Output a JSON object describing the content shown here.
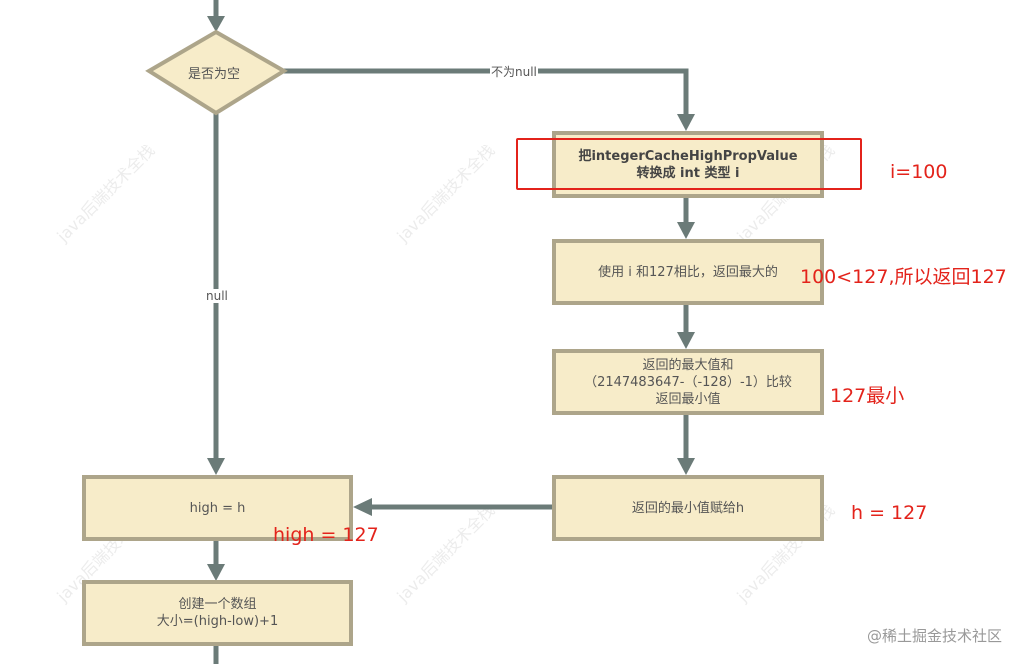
{
  "diagram": {
    "decision": {
      "label": "是否为空"
    },
    "edge_labels": {
      "not_null": "不为null",
      "null": "null"
    },
    "steps": {
      "convert": {
        "line1": "把integerCacheHighPropValue",
        "line2": "转换成 int 类型 i"
      },
      "compare_max": {
        "line1": "使用 i  和127相比，返回最大的"
      },
      "compare_min": {
        "line1": "返回的最大值和",
        "line2": "（2147483647-（-128）-1）比较",
        "line3": "返回最小值"
      },
      "assign_h": {
        "line1": "返回的最小值赋给h"
      },
      "high_eq_h": {
        "line1": "high = h"
      },
      "create_array": {
        "line1": "创建一个数组",
        "line2": "大小=(high-low)+1"
      }
    },
    "annotations": {
      "i_value": "i=100",
      "compare_result": "100<127,所以返回127",
      "min_result": "127最小",
      "h_value": "h = 127",
      "high_value": "high = 127"
    },
    "colors": {
      "box_fill": "#f7ecc9",
      "box_border": "#ada58a",
      "connector": "#6b7b78",
      "annotation": "#e3231b"
    },
    "watermark": "java后端技术全栈",
    "footer": "@稀土掘金技术社区"
  }
}
